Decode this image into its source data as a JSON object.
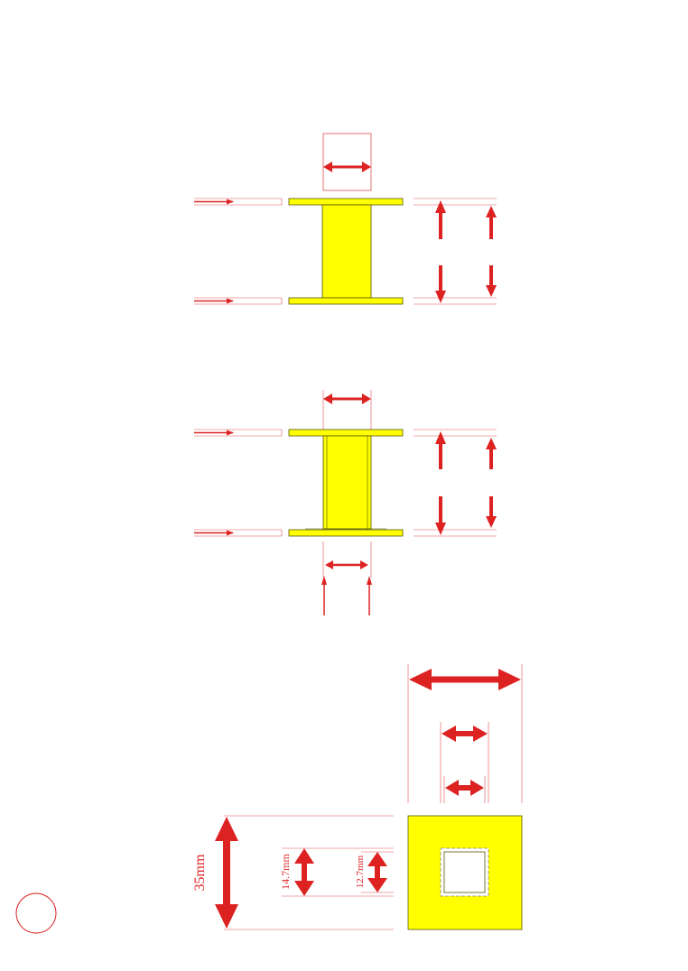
{
  "colors": {
    "part_fill": "#ffff00",
    "part_stroke": "#555500",
    "dimension": "#dd2222",
    "dimension_thin": "#e05050",
    "label": "#dd2222"
  },
  "labels": {
    "outer_height": "35mm",
    "bore_height": "14.7mm",
    "inner_height": "12.7mm"
  }
}
